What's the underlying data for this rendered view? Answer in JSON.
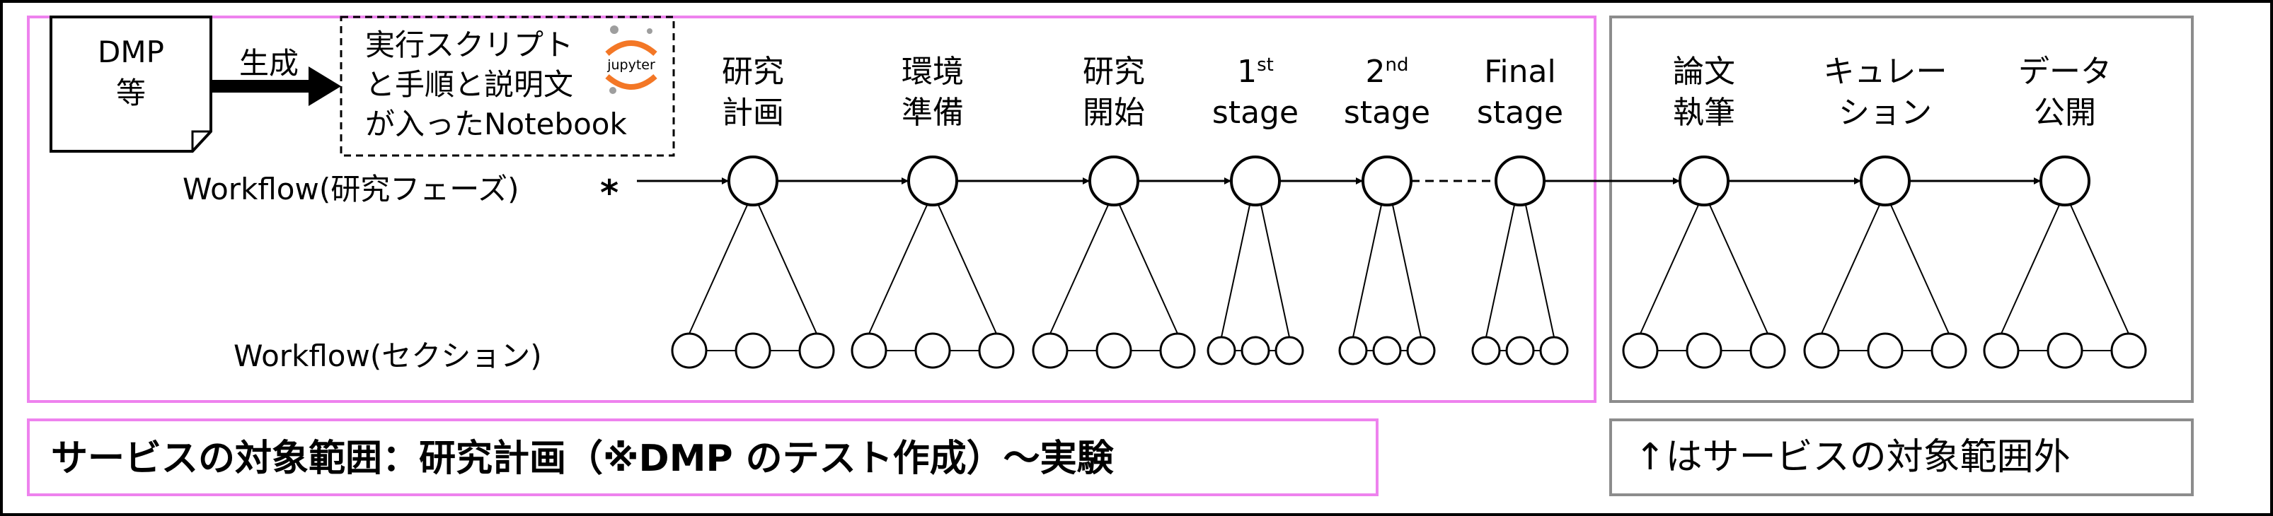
{
  "dmp": {
    "line1": "DMP",
    "line2": "等"
  },
  "generate_label": "生成",
  "notebook": {
    "lines": [
      "実行スクリプト",
      "と手順と説明文",
      "が入ったNotebook"
    ],
    "logo_text": "jupyter"
  },
  "workflow_phase_label": "Workflow(研究フェーズ)",
  "asterisk": "*",
  "workflow_section_label": "Workflow(セクション)",
  "phases": [
    {
      "line1": "研究",
      "line2": "計画"
    },
    {
      "line1": "環境",
      "line2": "準備"
    },
    {
      "line1": "研究",
      "line2": "開始"
    },
    {
      "line1": "1",
      "sup": "st",
      "line2": "stage"
    },
    {
      "line1": "2",
      "sup": "nd",
      "line2": "stage"
    },
    {
      "line1": "Final",
      "line2": "stage"
    },
    {
      "line1": "論文",
      "line2": "執筆"
    },
    {
      "line1": "キュレー",
      "line2": "ション"
    },
    {
      "line1": "データ",
      "line2": "公開"
    }
  ],
  "service_scope_text": "サービスの対象範囲：研究計画（※DMP のテスト作成）〜実験",
  "out_of_scope_text": "↑はサービスの対象範囲外",
  "colors": {
    "in_scope_border": "#ee82ee",
    "out_scope_border": "#8c8c8c",
    "ink": "#000000"
  }
}
